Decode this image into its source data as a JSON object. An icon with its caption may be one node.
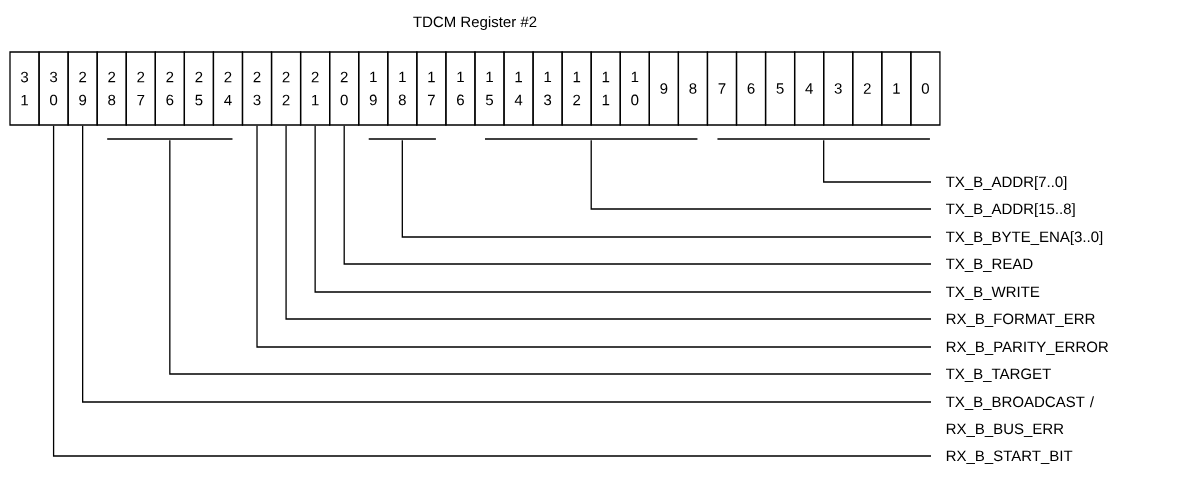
{
  "diagram": {
    "title": "TDCM Register #2",
    "nodes": [
      {
        "text": [
          "3 1"
        ]
      },
      {
        "text": [
          "3 0"
        ]
      },
      {
        "text": [
          "2 9"
        ]
      },
      {
        "text": [
          "2 8"
        ]
      },
      {
        "text": [
          "2 7"
        ]
      },
      {
        "text": [
          "2 6"
        ]
      },
      {
        "text": [
          "2 5"
        ]
      },
      {
        "text": [
          "2 4"
        ]
      },
      {
        "text": [
          "2 3"
        ]
      },
      {
        "text": [
          "2 2"
        ]
      },
      {
        "text": [
          "2 1"
        ]
      },
      {
        "text": [
          "2 0"
        ]
      },
      {
        "text": [
          "1 9"
        ]
      },
      {
        "text": [
          "1 8"
        ]
      },
      {
        "text": [
          "1 7"
        ]
      },
      {
        "text": [
          "1 6"
        ]
      },
      {
        "text": [
          "1 5"
        ]
      },
      {
        "text": [
          "1 4"
        ]
      },
      {
        "text": [
          "1 3"
        ]
      },
      {
        "text": [
          "1 2"
        ]
      },
      {
        "text": [
          "1 1"
        ]
      },
      {
        "text": [
          "1 0"
        ]
      },
      {
        "text": [
          "9"
        ]
      },
      {
        "text": [
          "8"
        ]
      },
      {
        "text": [
          "7"
        ]
      },
      {
        "text": [
          "6"
        ]
      },
      {
        "text": [
          "5"
        ]
      },
      {
        "text": [
          "4"
        ]
      },
      {
        "text": [
          "3"
        ]
      },
      {
        "text": [
          "2"
        ]
      },
      {
        "text": [
          "1"
        ]
      },
      {
        "text": [
          "0"
        ]
      },
      {
        "text": [],
        "shape": "bar"
      },
      {
        "text": [],
        "shape": "bar"
      },
      {
        "text": [],
        "shape": "bar"
      },
      {
        "text": [],
        "shape": "bar"
      },
      {
        "text": [
          "TX_B_ADDR[7..0]"
        ]
      },
      {
        "text": [
          "TX_B_ADDR[15..8]"
        ]
      },
      {
        "text": [
          "TX_B_BYTE_ENA[3..0]"
        ]
      },
      {
        "text": [
          "TX_B_READ"
        ]
      },
      {
        "text": [
          "TX_B_WRITE"
        ]
      },
      {
        "text": [
          "RX_B_FORMAT_ERR"
        ]
      },
      {
        "text": [
          "RX_B_PARITY_ERROR"
        ]
      },
      {
        "text": [
          "TX_B_TARGET"
        ]
      },
      {
        "text": [
          "TX_B_BROADCAST / RX_B_BUS_ERR"
        ]
      },
      {
        "text": [
          "RX_B_START_BIT"
        ]
      }
    ],
    "edges": [
      {
        "from": 36,
        "to": 35,
        "arrow": "none"
      },
      {
        "from": 37,
        "to": 34,
        "arrow": "none"
      },
      {
        "from": 38,
        "to": 33,
        "arrow": "none"
      },
      {
        "from": 39,
        "to": 11,
        "arrow": "none"
      },
      {
        "from": 40,
        "to": 10,
        "arrow": "none"
      },
      {
        "from": 41,
        "to": 9,
        "arrow": "none"
      },
      {
        "from": 42,
        "to": 8,
        "arrow": "none"
      },
      {
        "from": 43,
        "to": 32,
        "arrow": "none"
      },
      {
        "from": 44,
        "to": 2,
        "arrow": "none"
      },
      {
        "from": 45,
        "to": 1,
        "arrow": "none"
      }
    ]
  }
}
